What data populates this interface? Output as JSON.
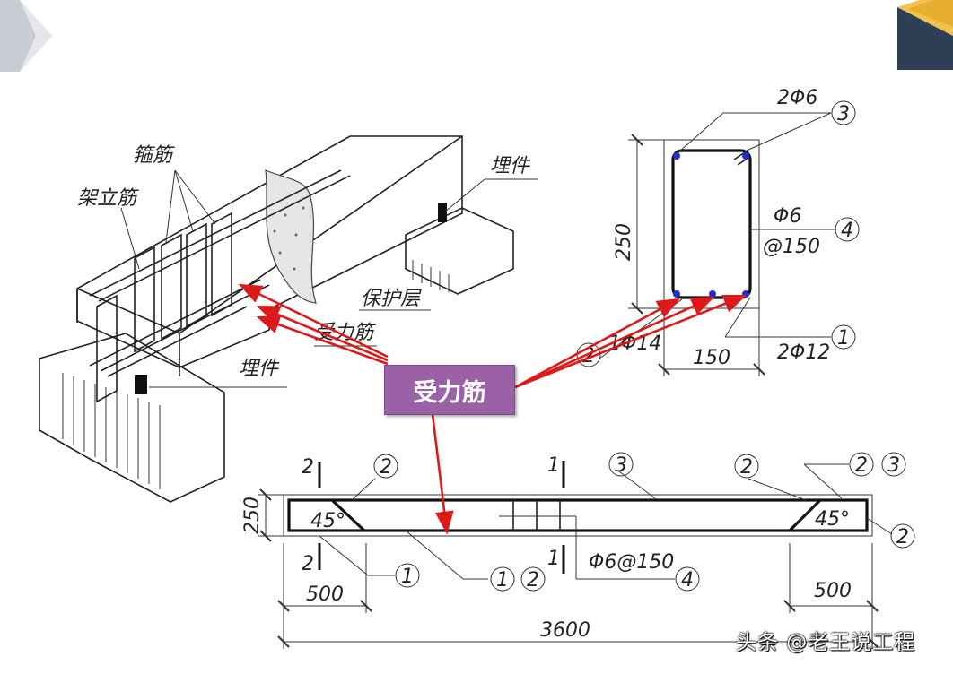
{
  "accent_colors": {
    "callout_bg": "#9b61a6",
    "arrow": "#dd1a1a",
    "slide_corner": "#2d3e55",
    "rebar_dot": "#1f2fd6"
  },
  "callout": {
    "label": "受力筋"
  },
  "watermark": {
    "text": "头条 @老王说工程"
  },
  "isometric": {
    "labels": {
      "stirrup": "箍筋",
      "erection_bar": "架立筋",
      "embedded_top": "埋件",
      "cover": "保护层",
      "main_bar": "受力筋",
      "embedded_bottom": "埋件"
    }
  },
  "section": {
    "dims": {
      "height": "250",
      "width": "150"
    },
    "labels": {
      "top_bars": "2Φ6",
      "stirrup": "Φ6",
      "stirrup_spacing": "@150",
      "bottom_bars": "2Φ12",
      "middle_bar": "1Φ14"
    },
    "markers": {
      "m3": "3",
      "m4": "4",
      "m1": "1",
      "m2": "2"
    }
  },
  "elevation": {
    "dims": {
      "height": "250",
      "left_end": "500",
      "right_end": "500",
      "total": "3600"
    },
    "labels": {
      "angle_left": "45°",
      "angle_right": "45°",
      "stirrup": "Φ6@150"
    },
    "section_marks": {
      "s2_top": "2",
      "s2_bottom": "2",
      "s1_top": "1",
      "s1_bottom": "1"
    },
    "markers": {
      "left2": "2",
      "left1": "1",
      "mid3": "3",
      "mid1": "1",
      "mid2": "2",
      "stirrup4": "4",
      "right2": "2",
      "rightA": "2",
      "rightB": "3",
      "rightEnd": "2"
    }
  }
}
